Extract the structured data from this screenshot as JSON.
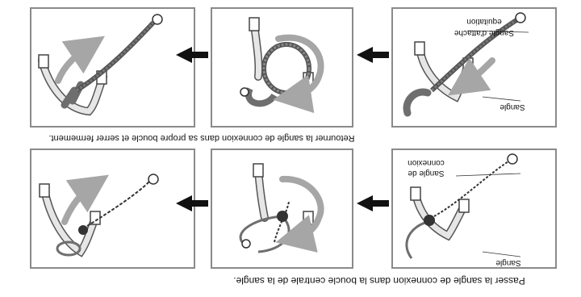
{
  "diagram": {
    "orientation": "rotated-180",
    "captions": {
      "top": "Retourner la sangle de connexion dans sa propre boucle et serrer fermement.",
      "bottom": "Passer la sangle de connexion dans la boucle centrale de la sangle."
    },
    "labels": {
      "top_tether_1": "Sangle d'attache",
      "top_tether_2": "equitation",
      "top_strap": "Sangle",
      "bottom_connect_1": "Sangle de",
      "bottom_connect_2": "connexion",
      "bottom_strap": "Sangle"
    },
    "colors": {
      "panel_border": "#8a8a8a",
      "arrow_black": "#111111",
      "motion_arrow": "#a6a6a6",
      "strap_fill": "#e6e6e6",
      "strap_dark": "#6e6e6e"
    }
  }
}
